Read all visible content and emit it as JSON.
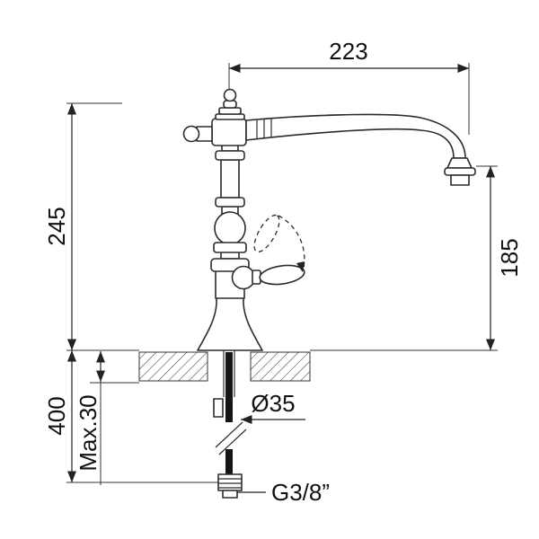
{
  "drawing": {
    "background": "#ffffff",
    "line_color": "#222222",
    "hose_color": "#151515",
    "dims": {
      "spout_reach": "223",
      "body_height": "245",
      "spout_height": "185",
      "under_counter_length": "400",
      "max_deck_thickness": "Max.30",
      "hole_diameter": "Ø35",
      "connection_thread": "G3/8”"
    }
  }
}
